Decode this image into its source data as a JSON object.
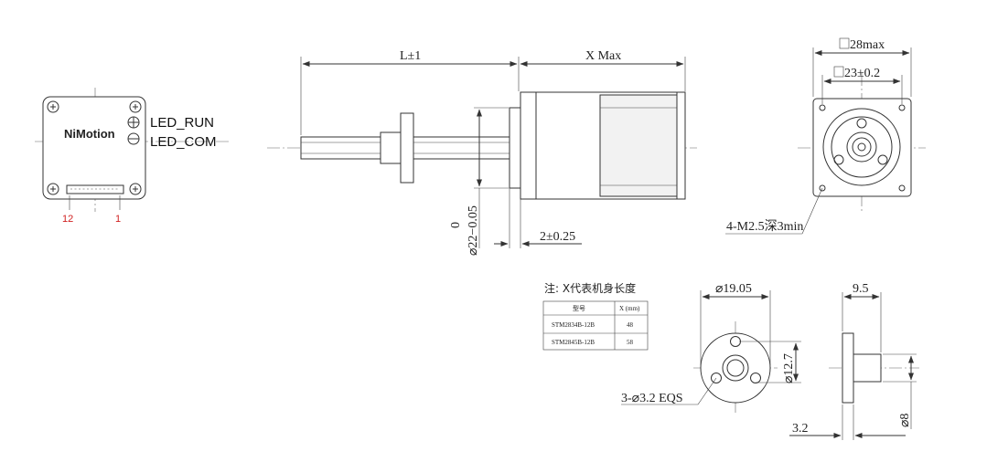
{
  "back_view": {
    "logo": "NiMotion",
    "led_run": "LED_RUN",
    "led_com": "LED_COM",
    "pin_left": "12",
    "pin_right": "1"
  },
  "side_view": {
    "dim_length": "L±1",
    "dim_x": "X Max",
    "dim_flange_dia_tol": "0",
    "dim_flange_dia": "⌀22−0.05",
    "dim_flange_thk": "2±0.25"
  },
  "front_view": {
    "dim_outer": "28max",
    "dim_inner": "23±0.2",
    "dim_screw": "4-M2.5深3min"
  },
  "note": {
    "title": "注: X代表机身长度",
    "headers": [
      "型号",
      "X (mm)"
    ],
    "rows": [
      [
        "STM2834B-12B",
        "48"
      ],
      [
        "STM2845B-12B",
        "58"
      ]
    ]
  },
  "nut_view": {
    "dim_dia": "⌀19.05",
    "dim_pcd": "⌀12.7",
    "dim_holes": "3-⌀3.2 EQS"
  },
  "nut_side": {
    "dim_len": "9.5",
    "dim_flange": "3.2",
    "dim_dia": "⌀8"
  }
}
